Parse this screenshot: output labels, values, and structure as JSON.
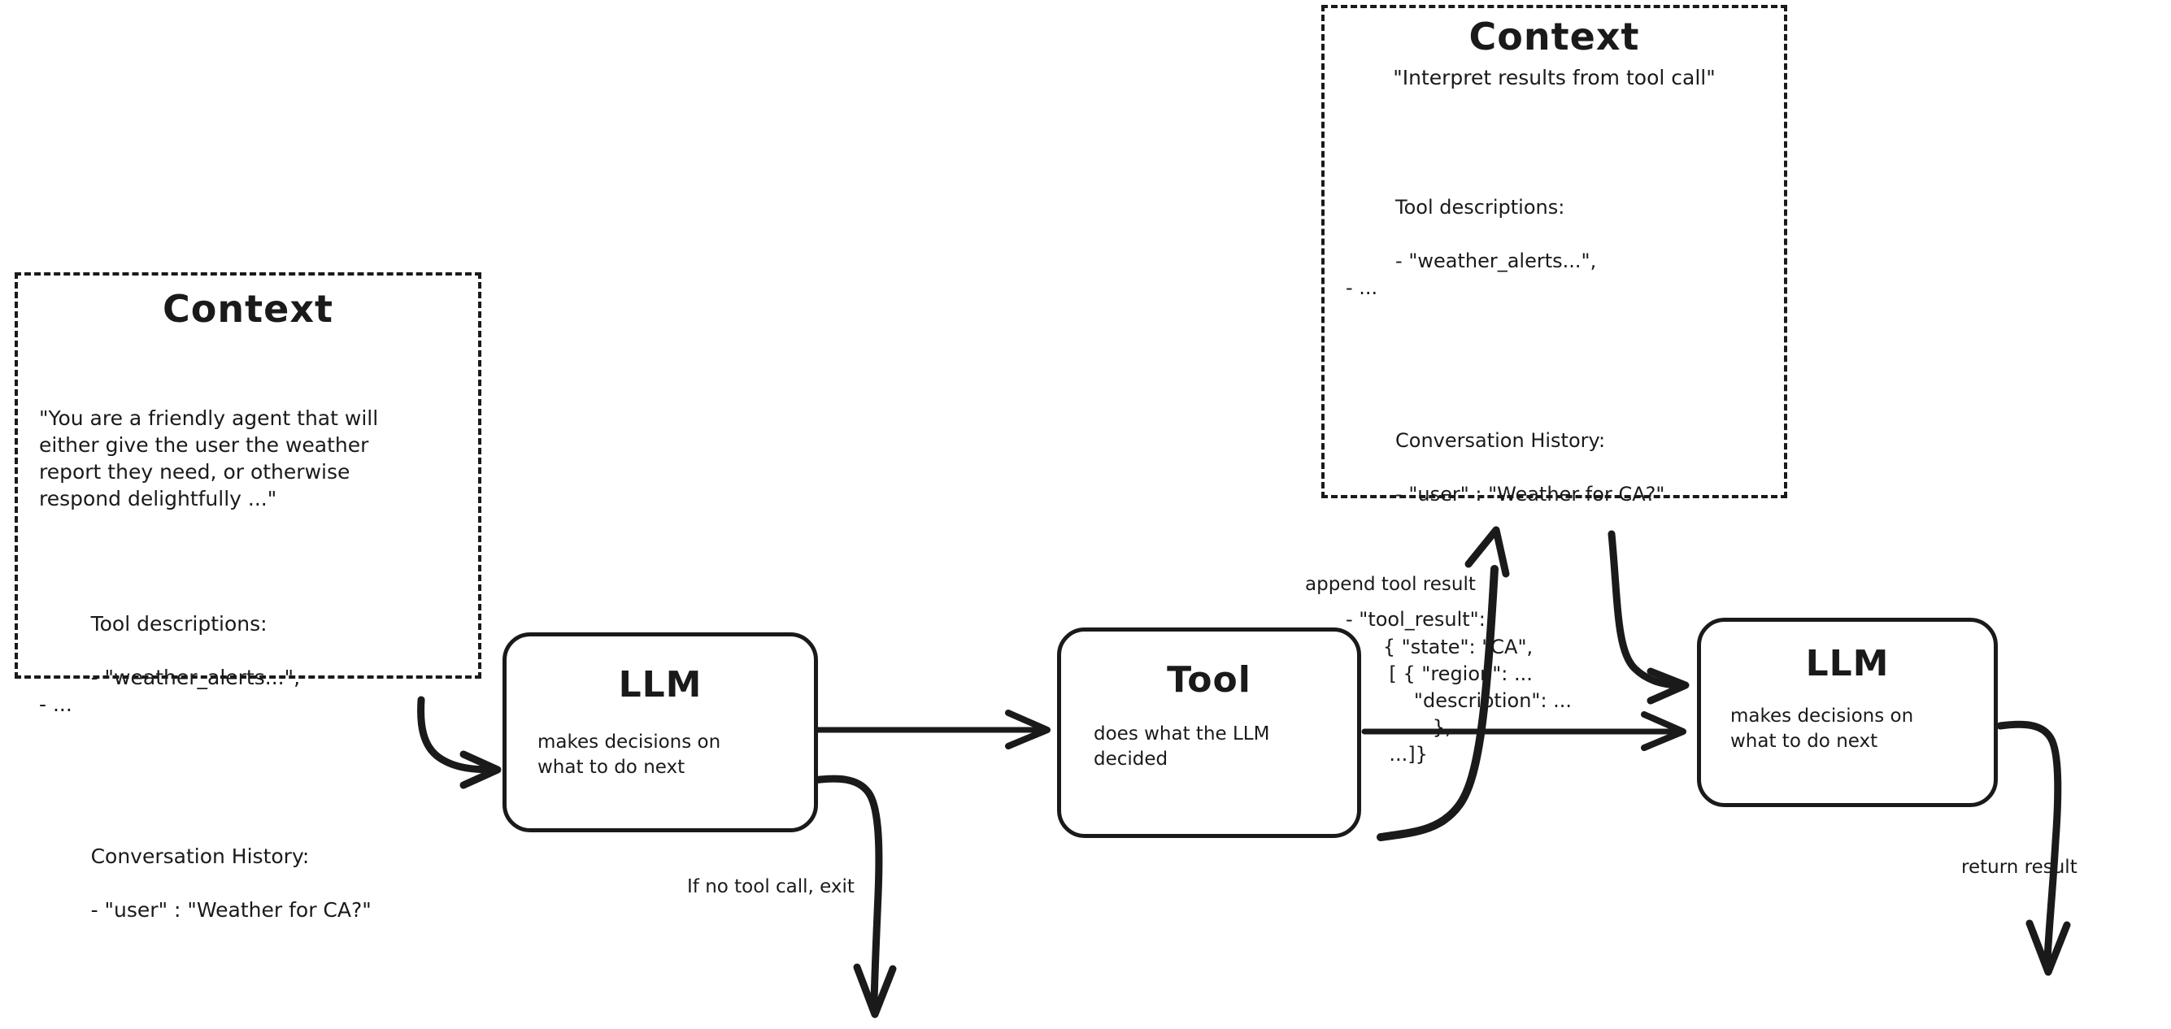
{
  "diagram": {
    "type": "flowchart",
    "title": "LLM agent tool-calling loop",
    "style": "hand-drawn-sketch",
    "stroke_color": "#1a1a1a",
    "background_color": "#ffffff"
  },
  "context_left": {
    "title": "Context",
    "system_prompt": "\"You are a friendly agent that will\neither give the user the weather\nreport they need, or otherwise\nrespond delightfully ...\"",
    "tool_descriptions_heading": "Tool descriptions:",
    "tool_descriptions": "- \"weather_alerts...\",\n- ...",
    "conversation_history_heading": "Conversation History:",
    "conversation_history": "- \"user\" : \"Weather for CA?\""
  },
  "context_right": {
    "title": "Context",
    "system_prompt": "\"Interpret results from tool call\"",
    "tool_descriptions_heading": "Tool descriptions:",
    "tool_descriptions": "- \"weather_alerts...\",\n- ...",
    "conversation_history_heading": "Conversation History:",
    "conversation_history": "- \"user\" : \"Weather for CA?\"",
    "tool_result": "- \"tool_result\":\n      { \"state\": \"CA\",\n       [ { \"region\": ...\n           \"description\": ...\n          ... },\n       ...]}"
  },
  "nodes": {
    "llm_1": {
      "title": "LLM",
      "subtitle": "makes decisions on\nwhat to do next"
    },
    "tool": {
      "title": "Tool",
      "subtitle": "does what the LLM\ndecided"
    },
    "llm_2": {
      "title": "LLM",
      "subtitle": "makes decisions on\nwhat to do next"
    }
  },
  "edges": {
    "context_to_llm1": {
      "label": ""
    },
    "llm1_to_tool": {
      "label": ""
    },
    "tool_to_context": {
      "label": "append tool result"
    },
    "context_to_llm2": {
      "label": ""
    },
    "tool_to_llm2": {
      "label": ""
    },
    "llm1_exit": {
      "label": "If no tool call, exit"
    },
    "llm2_return": {
      "label": "return result"
    }
  }
}
